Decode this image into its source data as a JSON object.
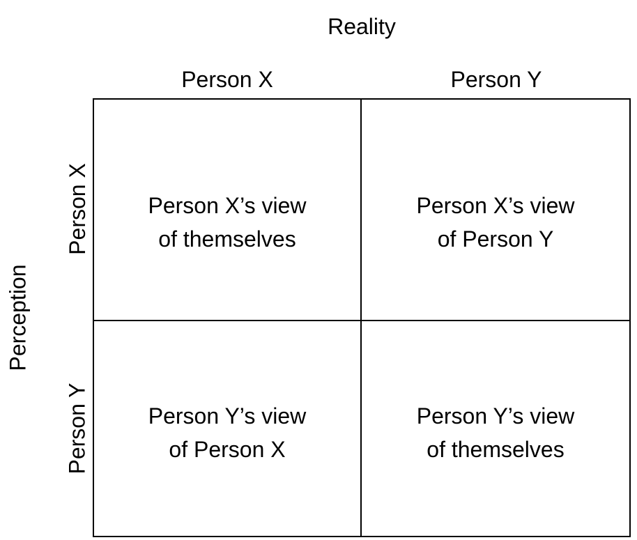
{
  "diagram": {
    "type": "2x2-matrix",
    "top_axis_title": "Reality",
    "left_axis_title": "Perception",
    "column_headers": [
      {
        "key": "person-x",
        "label": "Person X"
      },
      {
        "key": "person-y",
        "label": "Person Y"
      }
    ],
    "row_headers": [
      {
        "key": "person-x",
        "label": "Person X"
      },
      {
        "key": "person-y",
        "label": "Person Y"
      }
    ],
    "cells": [
      {
        "id": "r1c1",
        "row": "Person X",
        "column": "Person X",
        "line1": "Person X’s view",
        "line2": "of themselves",
        "text": "Person X’s view\nof themselves"
      },
      {
        "id": "r1c2",
        "row": "Person X",
        "column": "Person Y",
        "line1": "Person X’s view",
        "line2": "of Person Y",
        "text": "Person X’s view\nof Person Y"
      },
      {
        "id": "r2c1",
        "row": "Person Y",
        "column": "Person X",
        "line1": "Person Y’s view",
        "line2": "of Person X",
        "text": "Person Y’s view\nof Person X"
      },
      {
        "id": "r2c2",
        "row": "Person Y",
        "column": "Person Y",
        "line1": "Person Y’s view",
        "line2": "of themselves",
        "text": "Person Y’s view\nof themselves"
      }
    ],
    "colors": {
      "background": "#ffffff",
      "border": "#000000",
      "text": "#000000"
    }
  }
}
